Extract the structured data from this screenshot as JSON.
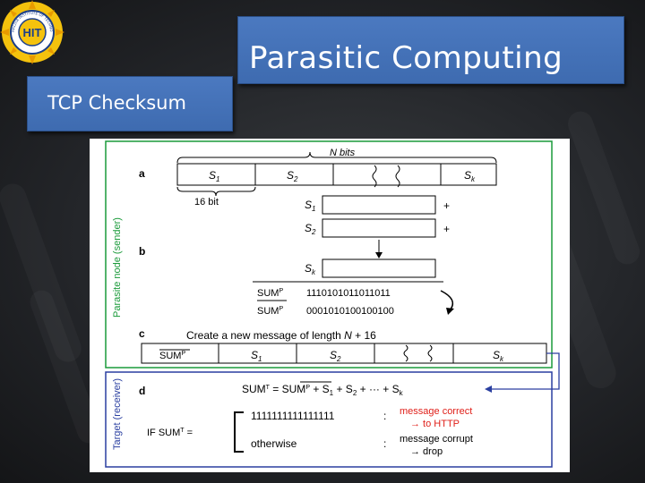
{
  "slide": {
    "title": "Parasitic Computing",
    "subtitle": "TCP Checksum",
    "accent_color": "#4472c4"
  },
  "logo": {
    "text": "HIT",
    "ring_text": "HALDIA INSTITUTE OF TECHNOLOGY"
  },
  "figure": {
    "sender_label": "Parasite node (sender)",
    "receiver_label": "Target (receiver)",
    "parts": {
      "a": "a",
      "b": "b",
      "c": "c",
      "d": "d"
    },
    "a": {
      "header": "N bits",
      "s1": "S",
      "s1_sub": "1",
      "s2": "S",
      "s2_sub": "2",
      "sk": "S",
      "sk_sub": "k",
      "width_label": "16 bit"
    },
    "b": {
      "rows": [
        {
          "name": "S",
          "sub": "1",
          "op": "+"
        },
        {
          "name": "S",
          "sub": "2",
          "op": "+"
        },
        {
          "name": "S",
          "sub": "k",
          "op": ""
        }
      ],
      "sum_label": "SUM",
      "sum_sup": "P",
      "sum_value": "1110101011011011",
      "comp_label": "SUM",
      "comp_sup": "P",
      "comp_value": "0001010100100100"
    },
    "c": {
      "text_pre": "Create a new message of length ",
      "text_var": "N",
      "text_post": " + 16",
      "sum_label": "SUM",
      "sum_sup": "P",
      "s1": "S",
      "s1_sub": "1",
      "s2": "S",
      "s2_sub": "2",
      "sk": "S",
      "sk_sub": "k"
    },
    "d": {
      "sum_t": "SUM",
      "sum_t_sup": "T",
      "eq_part1": " = ",
      "eq_sump": "SUM",
      "eq_sump_sup": "P",
      "eq_rest_1": " + S",
      "eq_sub1": "1",
      "eq_rest_2": " + S",
      "eq_sub2": "2",
      "eq_rest_3": " + ··· + S",
      "eq_subk": "k",
      "if_label": "IF SUM",
      "if_sup": "T",
      "if_eq": " =",
      "ones": "1111111111111111",
      "otherwise": "otherwise",
      "colon": ":",
      "correct_1": "message correct",
      "correct_2": "→ to HTTP",
      "corrupt_1": "message corrupt",
      "corrupt_2": "→ drop"
    },
    "colors": {
      "green_frame": "#1a9a3a",
      "blue_frame": "#2a3fa0",
      "red_text": "#e0201a"
    }
  }
}
